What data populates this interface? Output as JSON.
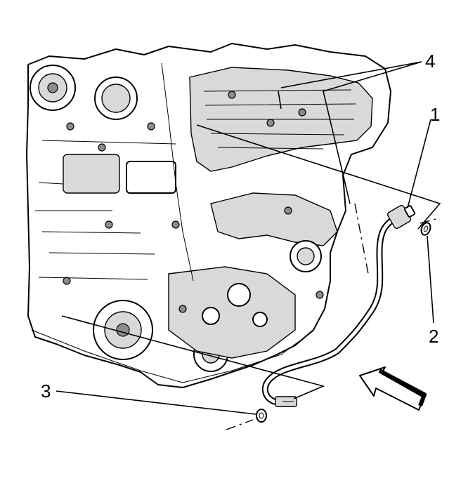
{
  "callouts": [
    {
      "id": "1",
      "text": "1"
    },
    {
      "id": "2",
      "text": "2"
    },
    {
      "id": "3",
      "text": "3"
    },
    {
      "id": "4",
      "text": "4"
    }
  ],
  "arrow": {
    "direction": "view-arrow",
    "icon": "view-direction-arrow-icon"
  },
  "colors": {
    "line": "#000000",
    "shade": "#d9d9d9",
    "dark": "#8c8c8c",
    "background": "#ffffff"
  }
}
